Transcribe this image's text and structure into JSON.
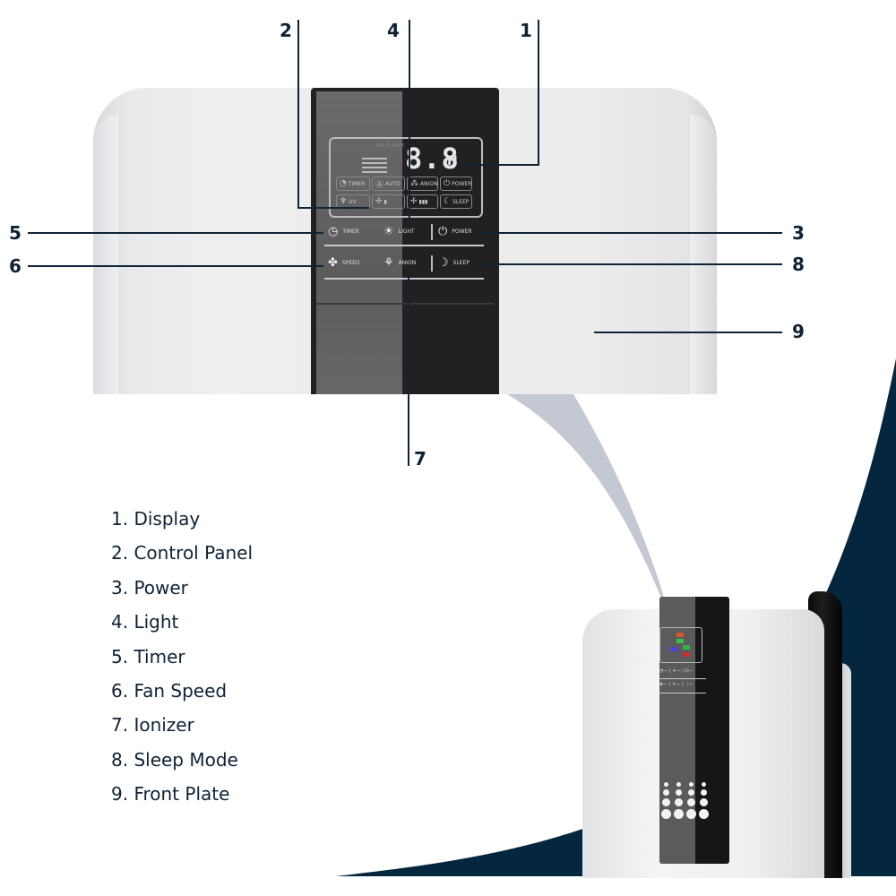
{
  "colors": {
    "navy": "#04263f",
    "callout": "#102438",
    "beam": "#c3c8d3",
    "panel_dark": "#232021",
    "panel_grey": "#626263",
    "device_white": "#ececed"
  },
  "device_display": {
    "model_text": "AIR QUALITY",
    "digits": "8.8",
    "unit": "H",
    "buttons": [
      {
        "icon": "timer-icon",
        "glyph": "◔",
        "label": "TIMER"
      },
      {
        "icon": "auto-icon",
        "glyph": "Ⓐ",
        "label": "AUTO"
      },
      {
        "icon": "anion-icon",
        "glyph": "⁂",
        "label": "ANION"
      },
      {
        "icon": "power-icon",
        "glyph": "⏻",
        "label": "POWER"
      },
      {
        "icon": "uv-icon",
        "glyph": "♆",
        "label": "UV"
      },
      {
        "icon": "fan-icon",
        "glyph": "✢",
        "label": "▮"
      },
      {
        "icon": "fan-speed-icon",
        "glyph": "✢",
        "label": "▮▮▮"
      },
      {
        "icon": "sleep-icon",
        "glyph": "☾",
        "label": "SLEEP"
      }
    ]
  },
  "device_controls": [
    {
      "icon": "timer-icon",
      "glyph": "◷",
      "label": "TIMER"
    },
    {
      "icon": "light-icon",
      "glyph": "☀",
      "label": "LIGHT"
    },
    {
      "icon": "power-icon",
      "glyph": "⏻",
      "label": "POWER"
    },
    {
      "icon": "fan-icon",
      "glyph": "✤",
      "label": "SPEED"
    },
    {
      "icon": "ionizer-icon",
      "glyph": "⚘",
      "label": "ANION"
    },
    {
      "icon": "sleep-icon",
      "glyph": "☽",
      "label": "SLEEP"
    }
  ],
  "callouts": [
    {
      "number": "1",
      "target": "Display"
    },
    {
      "number": "2",
      "target": "Control Panel"
    },
    {
      "number": "3",
      "target": "Power"
    },
    {
      "number": "4",
      "target": "Light"
    },
    {
      "number": "5",
      "target": "Timer"
    },
    {
      "number": "6",
      "target": "Fan Speed"
    },
    {
      "number": "7",
      "target": "Ionizer"
    },
    {
      "number": "8",
      "target": "Sleep Mode"
    },
    {
      "number": "9",
      "target": "Front Plate"
    }
  ],
  "legend": [
    "1. Display",
    "2. Control Panel",
    "3. Power",
    "4. Light",
    "5. Timer",
    "6. Fan Speed",
    "7. Ionizer",
    "8. Sleep Mode",
    "9. Front Plate"
  ],
  "small_device": {
    "screen_chips": [
      "#e0542a",
      "#38c14a",
      "#4c46d8",
      "#2fb84a",
      "#d12a2a"
    ],
    "control_rows": [
      "◔— | ☀— | ⏻—",
      "✤— | ⚘— | ☽—"
    ],
    "vent_rows": 4,
    "vent_cols": 4
  }
}
